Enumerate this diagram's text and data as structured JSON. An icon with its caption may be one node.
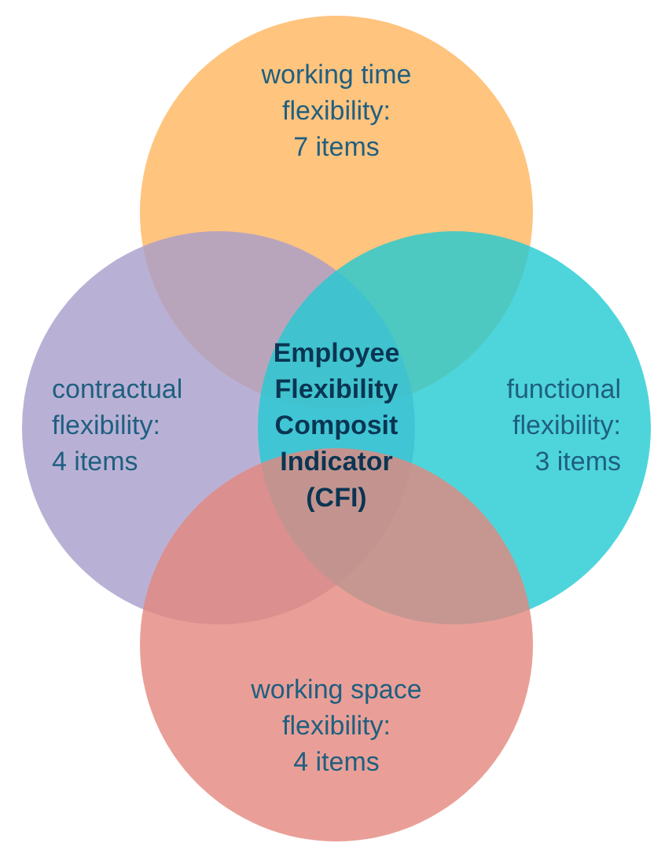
{
  "diagram": {
    "nodes": [
      {
        "text": [
          "working time flexibility: 7 items"
        ]
      },
      {
        "text": [
          "contractual flexibility: 4 items"
        ]
      },
      {
        "text": [
          "functional flexibility: 3 items"
        ]
      },
      {
        "text": [
          "working space flexibility: 4 items"
        ]
      }
    ],
    "labels": [
      "Employee Flexibility Composit Indicator (CFI)"
    ]
  }
}
